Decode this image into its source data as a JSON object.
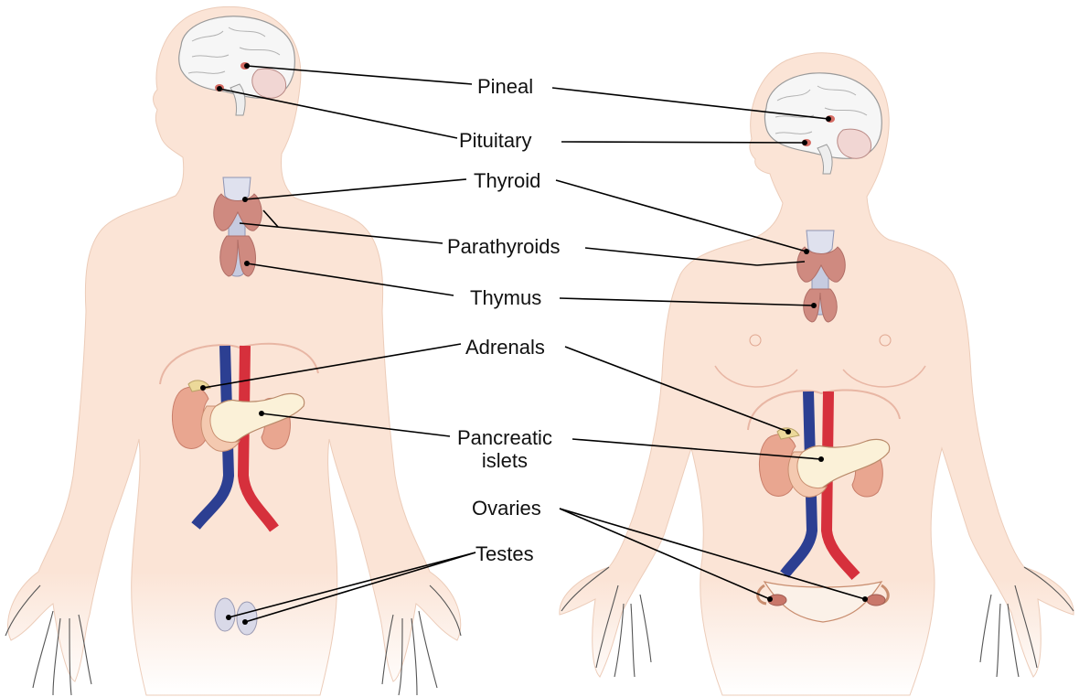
{
  "labels": {
    "pineal": "Pineal",
    "pituitary": "Pituitary",
    "thyroid": "Thyroid",
    "parathyroids": "Parathyroids",
    "thymus": "Thymus",
    "adrenals": "Adrenals",
    "pancreatic_line1": "Pancreatic",
    "pancreatic_line2": "islets",
    "ovaries": "Ovaries",
    "testes": "Testes"
  },
  "colors": {
    "skin": "#fbe4d6",
    "skin_outline": "#e9c8b4",
    "brain": "#f5f5f5",
    "gland": "#cf8a80",
    "aorta": "#d6303c",
    "vena_cava": "#2c3f92",
    "kidney": "#e9a690",
    "pancreas": "#fbf1d8",
    "trachea": "#c3c8de",
    "leader": "#000000"
  }
}
